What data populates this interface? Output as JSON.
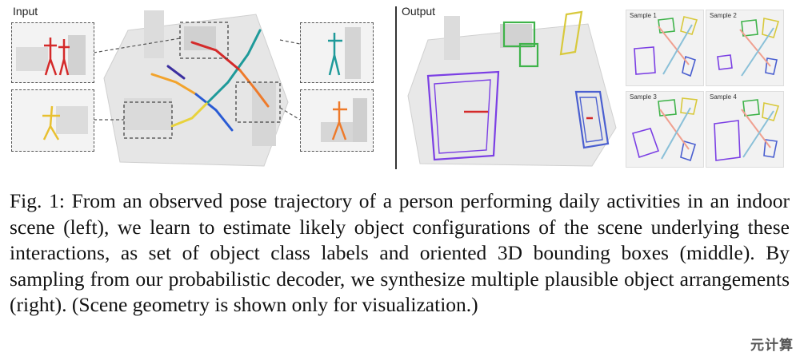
{
  "figure": {
    "input_label": "Input",
    "output_label": "Output",
    "samples": [
      "Sample 1",
      "Sample 2",
      "Sample 3",
      "Sample 4"
    ]
  },
  "caption": {
    "fig_label": "Fig. 1:",
    "text": "From an observed pose trajectory of a person performing daily activities in an indoor scene (left), we learn to estimate likely object configurations of the scene underlying these interactions, as set of object class labels and oriented 3D bounding boxes (middle). By sampling from our probabilistic decoder, we synthesize multiple plausible object arrangements (right). (Scene geometry is shown only for visualization.)"
  },
  "watermark": "元计算",
  "colors": {
    "purple_box": "#7b3fe4",
    "green_box": "#3fb34a",
    "yellow_box": "#d8c93c",
    "blue_box": "#4a5fd0",
    "red_pose": "#d42a2a"
  },
  "icons": [
    "person-pose-icon",
    "bounding-box-icon"
  ]
}
